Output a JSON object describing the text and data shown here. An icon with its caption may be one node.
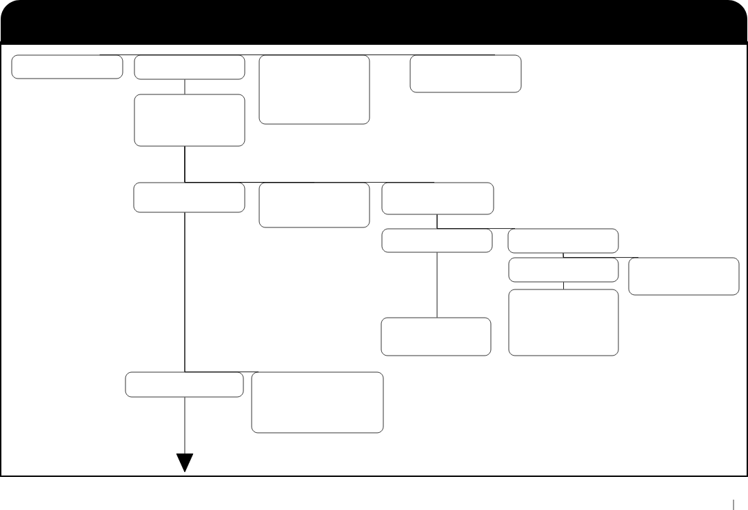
{
  "diagram": {
    "nodes": [
      {
        "text": [],
        "shape": "box"
      },
      {
        "text": [],
        "shape": "box"
      },
      {
        "text": [],
        "shape": "box"
      },
      {
        "text": [],
        "shape": "box"
      },
      {
        "text": [],
        "shape": "box"
      },
      {
        "text": [],
        "shape": "box"
      },
      {
        "text": [],
        "shape": "box"
      },
      {
        "text": [],
        "shape": "box"
      },
      {
        "text": [],
        "shape": "box"
      },
      {
        "text": [],
        "shape": "box"
      },
      {
        "text": [],
        "shape": "box"
      },
      {
        "text": [],
        "shape": "box"
      },
      {
        "text": [],
        "shape": "box"
      },
      {
        "text": [],
        "shape": "box"
      },
      {
        "text": [],
        "shape": "box"
      },
      {
        "text": [],
        "shape": "box"
      }
    ],
    "edges": [
      {
        "from": 0,
        "to": 1,
        "arrow": "none"
      },
      {
        "from": 1,
        "to": 2,
        "arrow": "none"
      },
      {
        "from": 2,
        "to": 3,
        "arrow": "none"
      },
      {
        "from": 1,
        "to": 4,
        "arrow": "none"
      },
      {
        "from": 4,
        "to": 5,
        "arrow": "none"
      },
      {
        "from": 4,
        "to": 6,
        "arrow": "none"
      },
      {
        "from": 4,
        "to": 7,
        "arrow": "none"
      },
      {
        "from": 7,
        "to": 8,
        "arrow": "none"
      },
      {
        "from": 7,
        "to": 9,
        "arrow": "none"
      },
      {
        "from": 9,
        "to": 10,
        "arrow": "none"
      },
      {
        "from": 9,
        "to": 11,
        "arrow": "none"
      },
      {
        "from": 10,
        "to": 12,
        "arrow": "none"
      },
      {
        "from": 8,
        "to": 13,
        "arrow": "none"
      },
      {
        "from": 5,
        "to": 14,
        "arrow": "none"
      },
      {
        "from": 5,
        "to": 15,
        "arrow": "none"
      },
      {
        "from": 14,
        "to": null,
        "arrow": "to"
      }
    ]
  }
}
